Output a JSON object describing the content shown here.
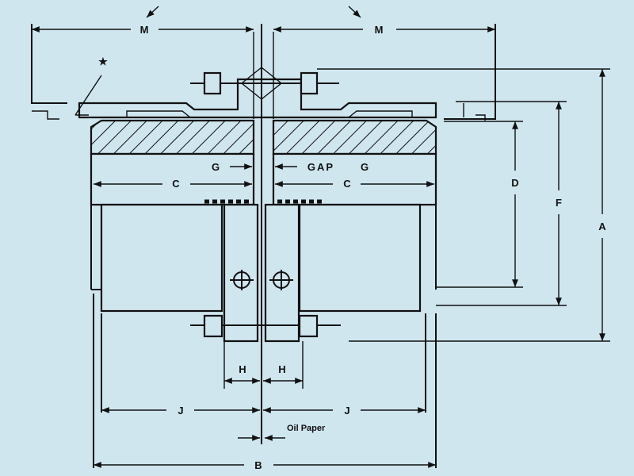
{
  "colors": {
    "background": "#cfe6ef",
    "line": "#111111"
  },
  "labels": {
    "m_left": "M",
    "m_right": "M",
    "g_left": "G",
    "gap": "GAP",
    "g_right": "G",
    "c_left": "C",
    "c_right": "C",
    "d": "D",
    "f": "F",
    "a": "A",
    "h_left": "H",
    "h_right": "H",
    "j_left": "J",
    "j_right": "J",
    "oil_paper": "Oil Paper",
    "b": "B",
    "star": "★"
  }
}
